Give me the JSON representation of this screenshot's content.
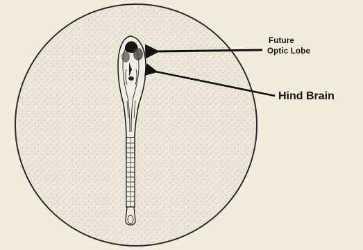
{
  "labels": {
    "future_optic_lobe_line1": "Future",
    "future_optic_lobe_line2": "Optic Lobe",
    "hind_brain": "Hind Brain"
  },
  "colors": {
    "background": "#f3ebdc",
    "dish_fill": "#ece6d9",
    "ink": "#111111"
  }
}
